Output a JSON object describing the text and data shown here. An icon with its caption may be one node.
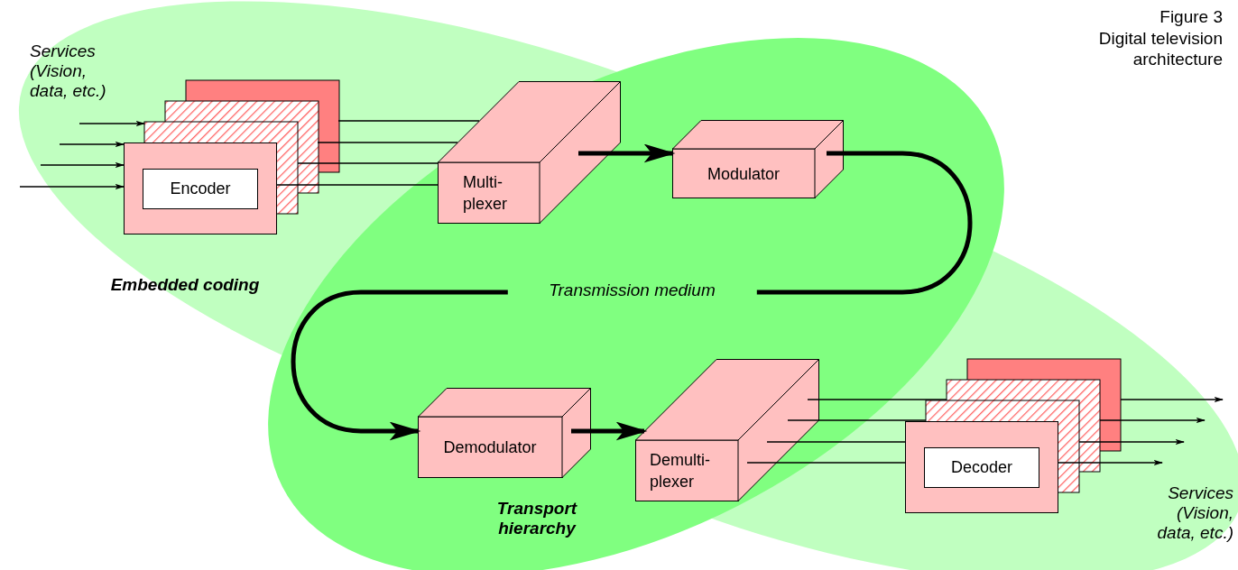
{
  "diagram": {
    "title": "Figure 3",
    "caption": "Digital television architecture",
    "nodes": [
      {
        "text": [
          "Encoder"
        ]
      },
      {
        "text": [
          "Multi- plexer"
        ]
      },
      {
        "text": [
          "Modulator"
        ]
      },
      {
        "text": [
          "Demodulator"
        ]
      },
      {
        "text": [
          "Demulti- plexer"
        ]
      },
      {
        "text": [
          "Decoder"
        ]
      }
    ],
    "edges": [
      {
        "from": null,
        "to": 0,
        "arrow": "to"
      },
      {
        "from": null,
        "to": 0,
        "arrow": "to"
      },
      {
        "from": null,
        "to": 0,
        "arrow": "to"
      },
      {
        "from": null,
        "to": 0,
        "arrow": "to"
      },
      {
        "from": 0,
        "to": 1,
        "arrow": "none"
      },
      {
        "from": 0,
        "to": 1,
        "arrow": "none"
      },
      {
        "from": 0,
        "to": 1,
        "arrow": "none"
      },
      {
        "from": 0,
        "to": 1,
        "arrow": "none"
      },
      {
        "from": 1,
        "to": 2,
        "arrow": "to",
        "style": "thick"
      },
      {
        "from": 2,
        "to": 3,
        "arrow": "to",
        "style": "thick",
        "label": "Transmission medium"
      },
      {
        "from": 3,
        "to": 4,
        "arrow": "to",
        "style": "thick"
      },
      {
        "from": 4,
        "to": 5,
        "arrow": "none"
      },
      {
        "from": 4,
        "to": 5,
        "arrow": "none"
      },
      {
        "from": 4,
        "to": 5,
        "arrow": "none"
      },
      {
        "from": 4,
        "to": 5,
        "arrow": "none"
      },
      {
        "from": 5,
        "to": null,
        "arrow": "to"
      },
      {
        "from": 5,
        "to": null,
        "arrow": "to"
      },
      {
        "from": 5,
        "to": null,
        "arrow": "to"
      },
      {
        "from": 5,
        "to": null,
        "arrow": "to"
      }
    ],
    "labels": [
      "Services (Vision, data, etc.)",
      "Embedded coding",
      "Transport hierarchy",
      "Services (Vision, data, etc.)"
    ]
  }
}
